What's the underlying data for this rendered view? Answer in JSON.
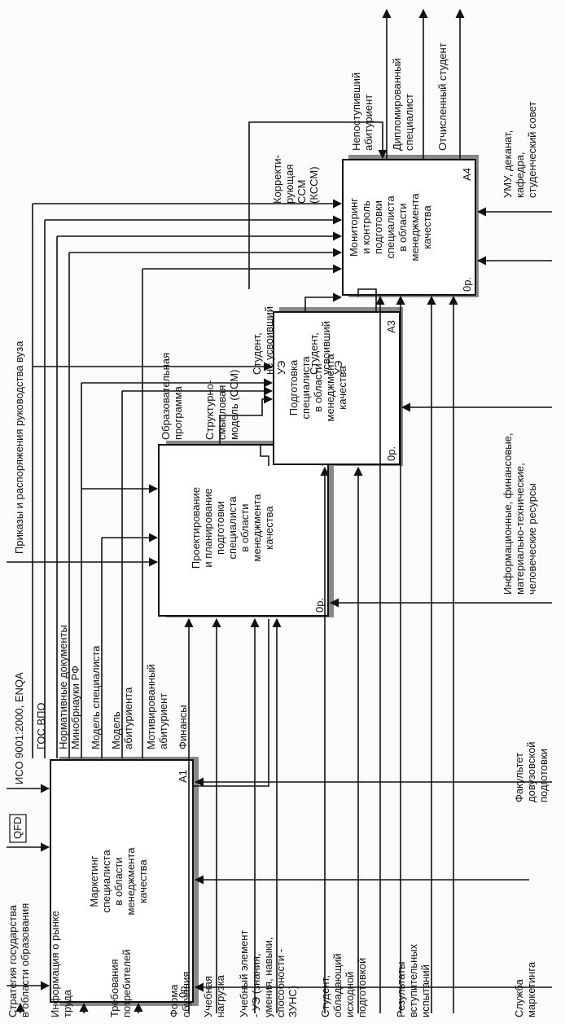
{
  "diagram": {
    "blocks": [
      {
        "id": "A1",
        "text": [
          "Маркетинг",
          "специалиста",
          "в области",
          "менеджмента",
          "качества"
        ],
        "cost": "0р."
      },
      {
        "id": "A2",
        "text": [
          "Проектирование",
          "и планирование",
          "подготовки",
          "специалиста",
          "в области",
          "менеджмента",
          "качества"
        ],
        "cost": "0р."
      },
      {
        "id": "A3",
        "text": [
          "Подготовка",
          "специалиста",
          "в области",
          "менеджмента",
          "качества"
        ],
        "cost": "0р."
      },
      {
        "id": "A4",
        "text": [
          "Мониторинг",
          "и контроль",
          "подготовки",
          "специалиста",
          "в области",
          "менеджмента",
          "качества"
        ],
        "cost": "0р."
      }
    ],
    "inputs": [
      [
        "Стратегия государства",
        "в области образования"
      ],
      [
        "Информация о рынке",
        "труда"
      ],
      [
        "Требования",
        "потребителей"
      ],
      [
        "Форма",
        "обучения"
      ],
      [
        "Учебная",
        "нагрузка"
      ],
      [
        "Учебный элемент",
        "- УЭ (знания,",
        "умения, навыки,",
        "способности -",
        "ЗУНС)"
      ],
      [
        "Студент,",
        "обладающий",
        "исходной",
        "подготовкой"
      ],
      [
        "Результаты",
        "вступительных",
        "испытаний"
      ]
    ],
    "mechanisms": [
      [
        "Служба",
        "маркетинга"
      ],
      [
        "Факультет",
        "довузовской",
        "подготовки"
      ],
      [
        "Информационные, финансовые,",
        "материально-технические,",
        "человеческие ресурсы"
      ],
      [
        "УМУ, деканат,",
        "кафедра,",
        "студенческий совет"
      ]
    ],
    "controls": [
      [
        "QFD"
      ],
      [
        "ИСО 9001:2000, ENQA"
      ],
      [
        "ГОС ВПО"
      ],
      [
        "Нормативные документы",
        "Минобрнауки РФ"
      ],
      [
        "Модель специалиста"
      ],
      [
        "Модель",
        "абитуриента"
      ],
      [
        "Мотивированный",
        "абитуриент"
      ],
      [
        "Финансы"
      ],
      [
        "Приказы и распоряжения руководства вуза"
      ]
    ],
    "interim": [
      [
        "Образовательная",
        "программа"
      ],
      [
        "Структурно-",
        "смысловая",
        "модель (ССМ)"
      ],
      [
        "Студент,",
        "не усвоивший",
        "УЭ"
      ],
      [
        "Студент,",
        "усвоивший",
        "УЭ"
      ],
      [
        "Корректи-",
        "рующая",
        "ССМ",
        "(КССМ)"
      ]
    ],
    "outputs": [
      [
        "Непоступивший",
        "абитуриент"
      ],
      [
        "Дипломированный",
        "специалист"
      ],
      [
        "Отчисленный студент"
      ]
    ]
  }
}
